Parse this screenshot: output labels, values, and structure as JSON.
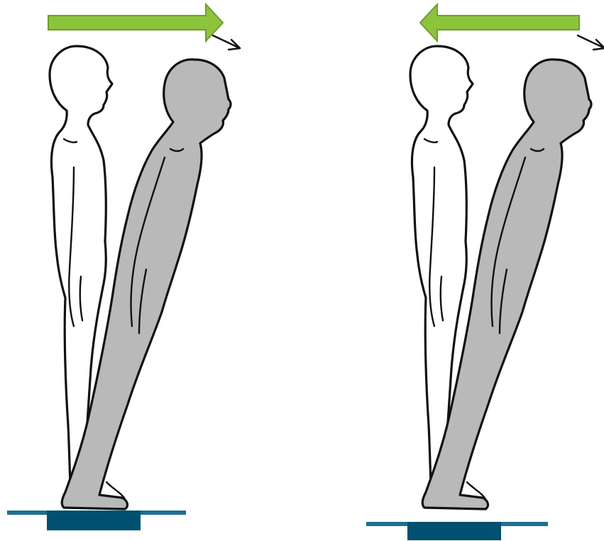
{
  "colors": {
    "arrow_fill": "#8cc43c",
    "arrow_stroke": "#6f9e2c",
    "platform": "#00506f",
    "platform_line": "#1f6f8f",
    "upright_fill": "#ffffff",
    "leaning_fill": "#b9b9b9",
    "outline": "#111111"
  },
  "panels": [
    {
      "arrow_direction": "right",
      "figures": [
        "upright-figure",
        "forward-leaning-figure"
      ]
    },
    {
      "arrow_direction": "left",
      "figures": [
        "upright-figure",
        "forward-leaning-figure"
      ]
    }
  ]
}
